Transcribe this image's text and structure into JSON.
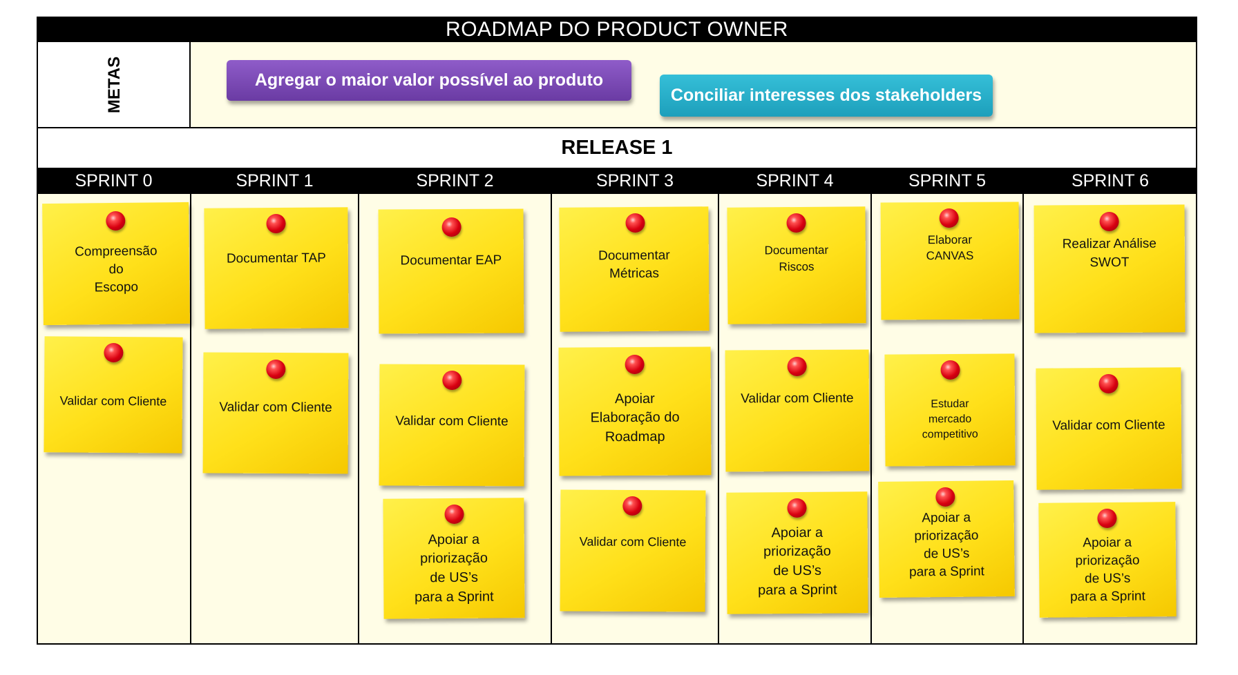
{
  "title": "ROADMAP DO PRODUCT OWNER",
  "metas_label": "METAS",
  "goals": [
    "Agregar o maior valor possível ao produto",
    "Conciliar interesses dos stakeholders"
  ],
  "release_label": "RELEASE 1",
  "sprints": [
    {
      "label": "SPRINT 0",
      "notes": [
        "Compreensão\ndo\nEscopo",
        "Validar com Cliente"
      ]
    },
    {
      "label": "SPRINT 1",
      "notes": [
        "Documentar  TAP",
        "Validar com Cliente"
      ]
    },
    {
      "label": "SPRINT 2",
      "notes": [
        "Documentar  EAP",
        "Validar com Cliente",
        "Apoiar a\npriorização\nde US’s\npara a Sprint"
      ]
    },
    {
      "label": "SPRINT 3",
      "notes": [
        "Documentar\nMétricas",
        "Apoiar\nElaboração do\nRoadmap",
        "Validar com Cliente"
      ]
    },
    {
      "label": "SPRINT 4",
      "notes": [
        "Documentar\nRiscos",
        "Validar com Cliente",
        "Apoiar a\npriorização\nde US’s\npara a Sprint"
      ]
    },
    {
      "label": "SPRINT 5",
      "notes": [
        "Elaborar\nCANVAS",
        "Estudar\nmercado\ncompetitivo",
        "Apoiar a\npriorização\nde US’s\npara a Sprint"
      ]
    },
    {
      "label": "SPRINT 6",
      "notes": [
        "Realizar Análise\nSWOT",
        "Validar com Cliente",
        "Apoiar a\npriorização\nde US’s\npara a Sprint"
      ]
    }
  ],
  "colors": {
    "note": "#ffe01a",
    "pin": "#d80010",
    "goal_purple": "#7a48b5",
    "goal_teal": "#28b0ca",
    "board": "#fffde6"
  }
}
